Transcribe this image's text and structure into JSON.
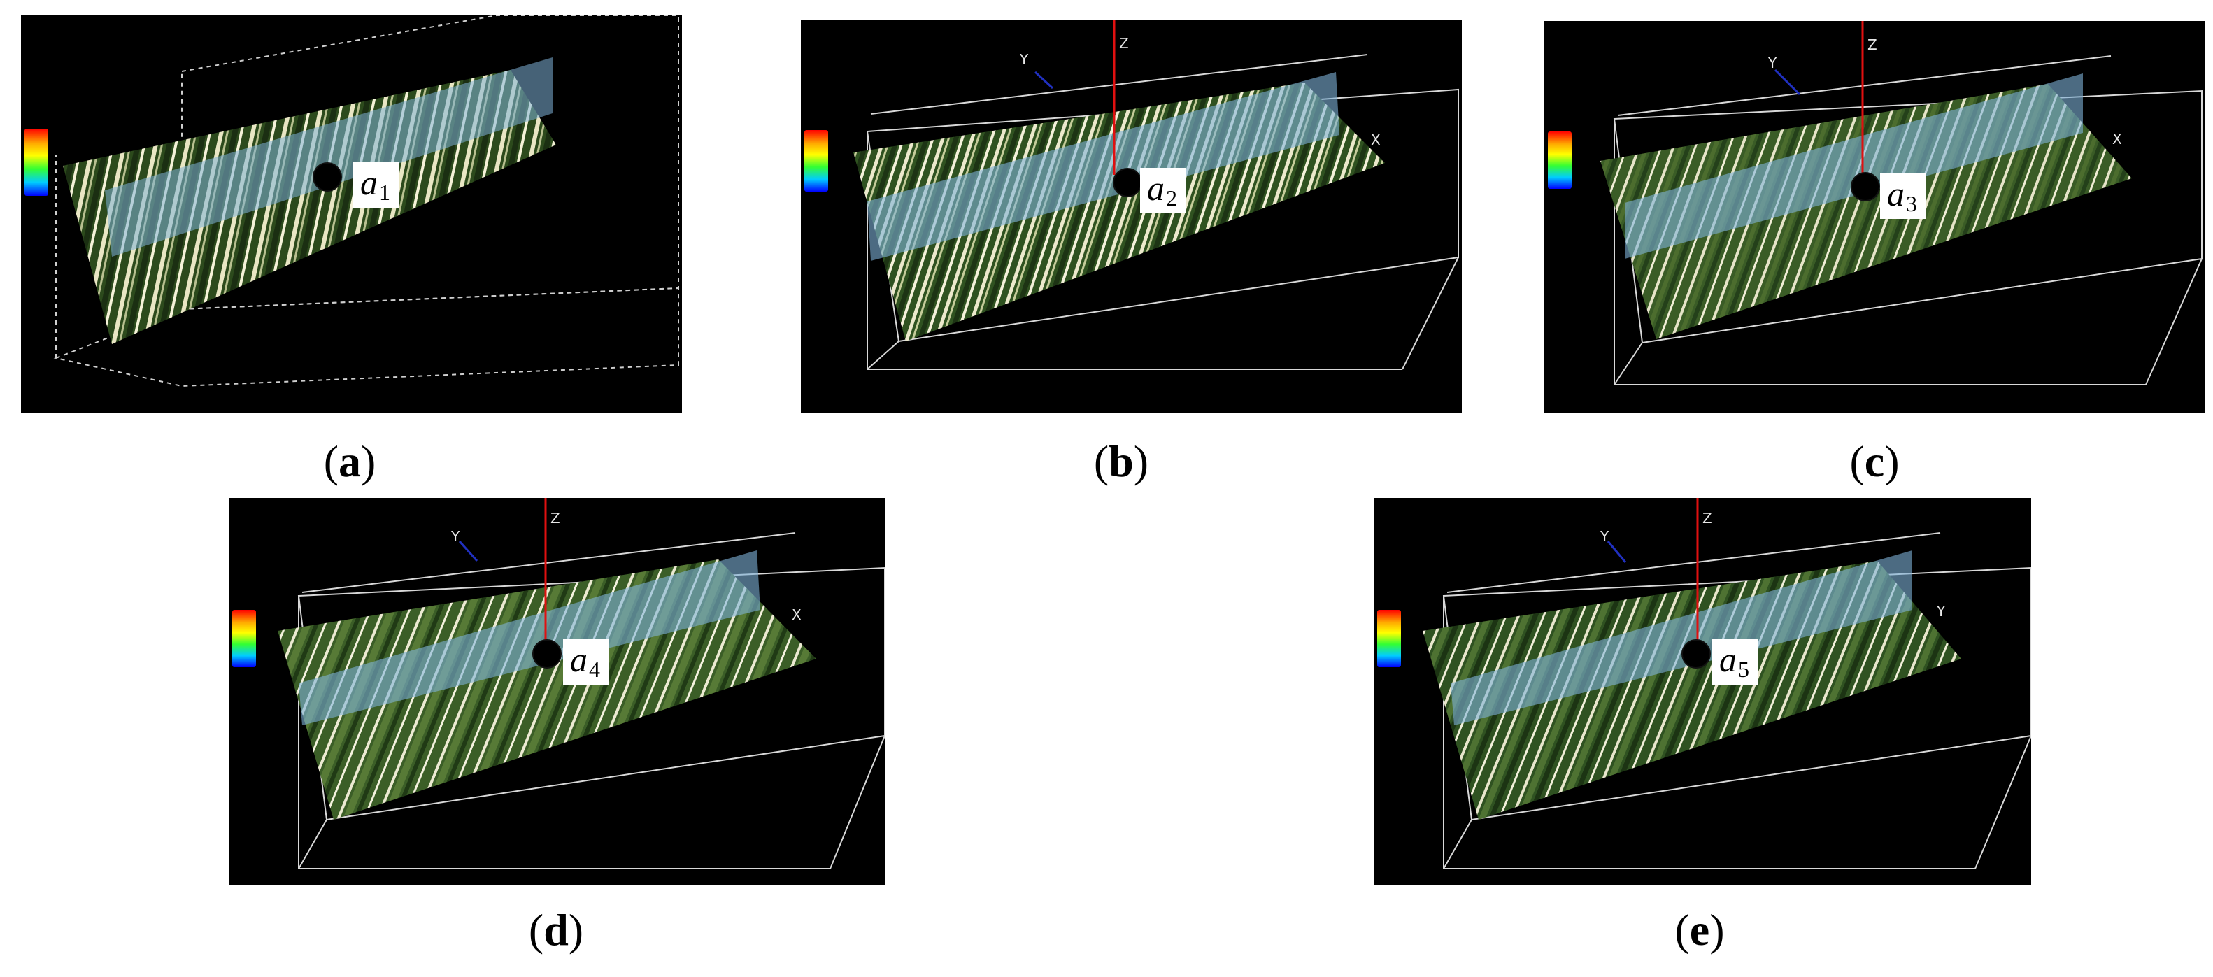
{
  "panels": [
    {
      "id": "a",
      "caption": "a",
      "marker_var": "a",
      "marker_sub": "1",
      "axes": {
        "y": "",
        "z": "",
        "x": ""
      }
    },
    {
      "id": "b",
      "caption": "b",
      "marker_var": "a",
      "marker_sub": "2",
      "axes": {
        "y": "Y",
        "z": "Z",
        "x": "X"
      }
    },
    {
      "id": "c",
      "caption": "c",
      "marker_var": "a",
      "marker_sub": "3",
      "axes": {
        "y": "Y",
        "z": "Z",
        "x": "X"
      }
    },
    {
      "id": "d",
      "caption": "d",
      "marker_var": "a",
      "marker_sub": "4",
      "axes": {
        "y": "Y",
        "z": "Z",
        "x": "X"
      }
    },
    {
      "id": "e",
      "caption": "e",
      "marker_var": "a",
      "marker_sub": "5",
      "axes": {
        "y": "Y",
        "z": "Z",
        "x": "Y"
      }
    }
  ],
  "colors": {
    "panel_bg": "#000000",
    "plane": "#7fb3d9",
    "z_axis": "#e01010",
    "y_axis": "#2030c0",
    "box": "#d8d8d8"
  }
}
